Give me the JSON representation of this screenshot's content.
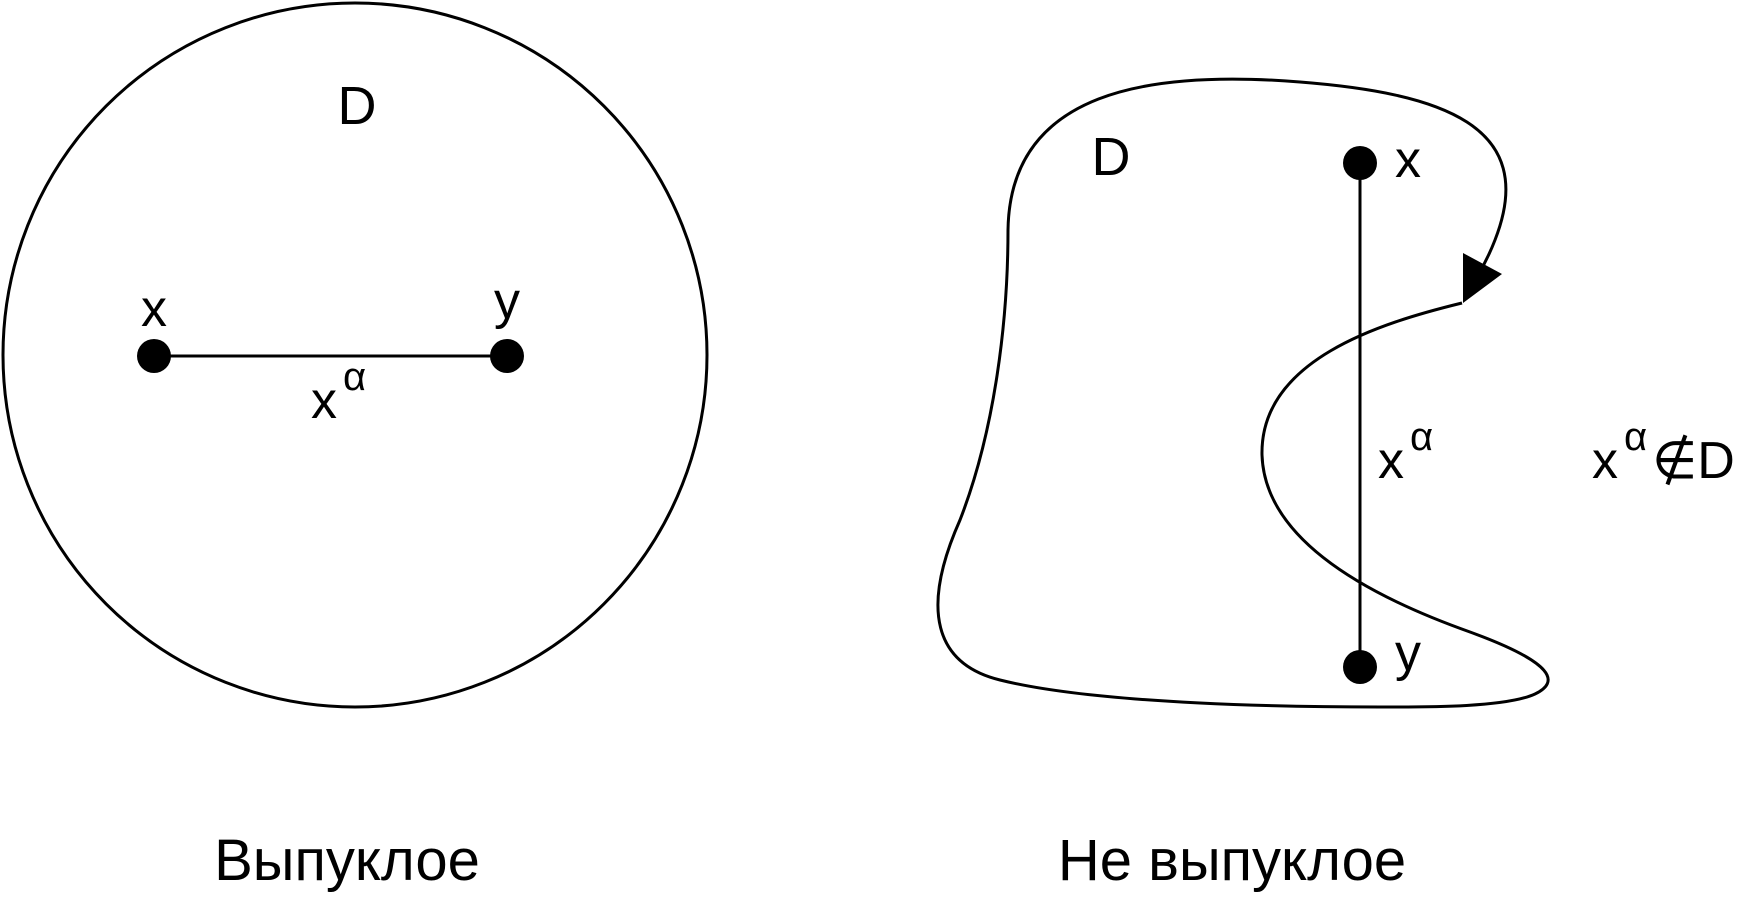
{
  "convex": {
    "region_label": "D",
    "point_x_label": "x",
    "point_y_label": "y",
    "segment_base": "x",
    "segment_sup": "α",
    "caption": "Выпуклое"
  },
  "nonconvex": {
    "region_label": "D",
    "point_x_label": "x",
    "point_y_label": "y",
    "segment_base": "x",
    "segment_sup": "α",
    "relation_base": "x",
    "relation_sup": "α",
    "relation_rest": "∉D",
    "caption": "Не выпуклое"
  },
  "colors": {
    "stroke": "#000000",
    "background": "#ffffff"
  }
}
